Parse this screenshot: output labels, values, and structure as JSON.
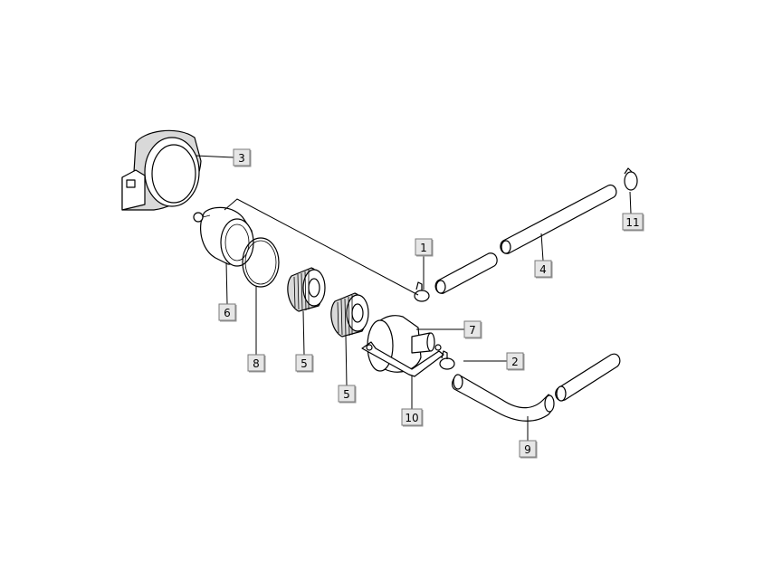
{
  "diagram": {
    "callouts": [
      {
        "id": "c1",
        "label": "1"
      },
      {
        "id": "c2",
        "label": "2"
      },
      {
        "id": "c3",
        "label": "3"
      },
      {
        "id": "c4",
        "label": "4"
      },
      {
        "id": "c5a",
        "label": "5"
      },
      {
        "id": "c5b",
        "label": "5"
      },
      {
        "id": "c6",
        "label": "6"
      },
      {
        "id": "c7",
        "label": "7"
      },
      {
        "id": "c8",
        "label": "8"
      },
      {
        "id": "c9",
        "label": "9"
      },
      {
        "id": "c10",
        "label": "10"
      },
      {
        "id": "c11",
        "label": "11"
      }
    ]
  }
}
